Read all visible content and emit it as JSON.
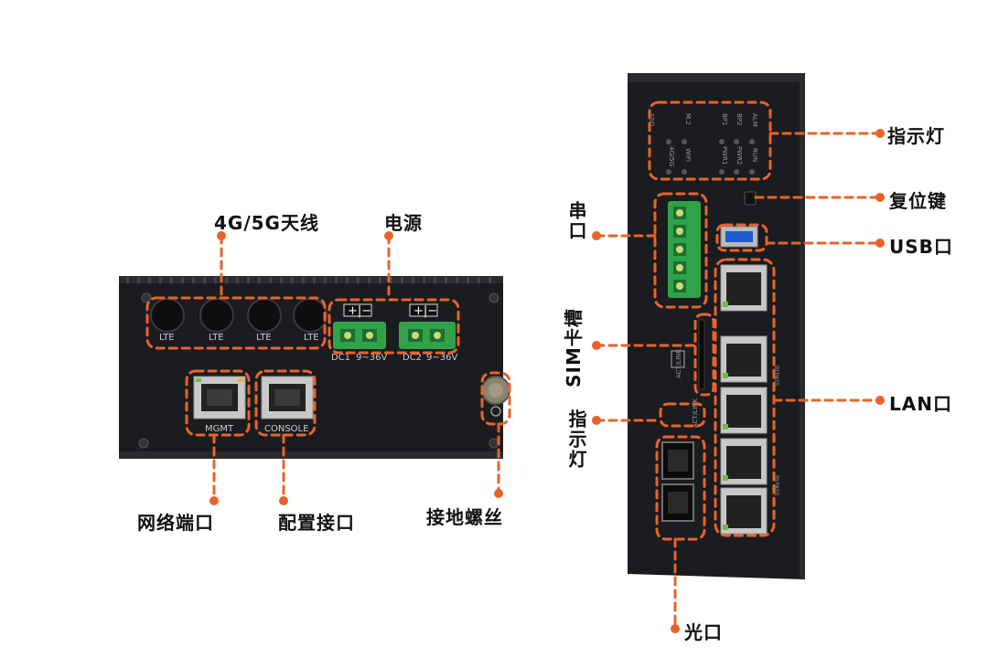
{
  "front_panel": {
    "antenna_labels": [
      "LTE",
      "LTE",
      "LTE",
      "LTE"
    ],
    "dc1_label": "DC1",
    "dc1_voltage": "9~36V",
    "dc2_label": "DC2",
    "dc2_voltage": "9~36V",
    "mgmt_label": "MGMT",
    "console_label": "CONSOLE"
  },
  "side_panel": {
    "led_labels": [
      "SSD",
      "M.2",
      "BP1",
      "BP2",
      "ALM",
      "4G/5G",
      "WIFI",
      "PWR1",
      "PWR2",
      "RUN"
    ],
    "link_labels": [
      "ACT/LINK",
      "ACT/LINK"
    ],
    "bypass_labels": [
      "BYPASS",
      "BYPASS"
    ]
  },
  "callouts": {
    "antenna": "4G/5G天线",
    "power": "电源",
    "network_port": "网络端口",
    "config_port": "配置接口",
    "ground_screw": "接地螺丝",
    "indicator_top": "指示灯",
    "reset_key": "复位键",
    "usb_port": "USB口",
    "lan_port": "LAN口",
    "serial_port": "串口",
    "sim_slot": "SIM卡槽",
    "indicator_side": "指示灯",
    "optical_port": "光口"
  },
  "colors": {
    "accent": "#e8632b",
    "device_body": "#1b1c1f",
    "terminal_green": "#2fa24a"
  }
}
